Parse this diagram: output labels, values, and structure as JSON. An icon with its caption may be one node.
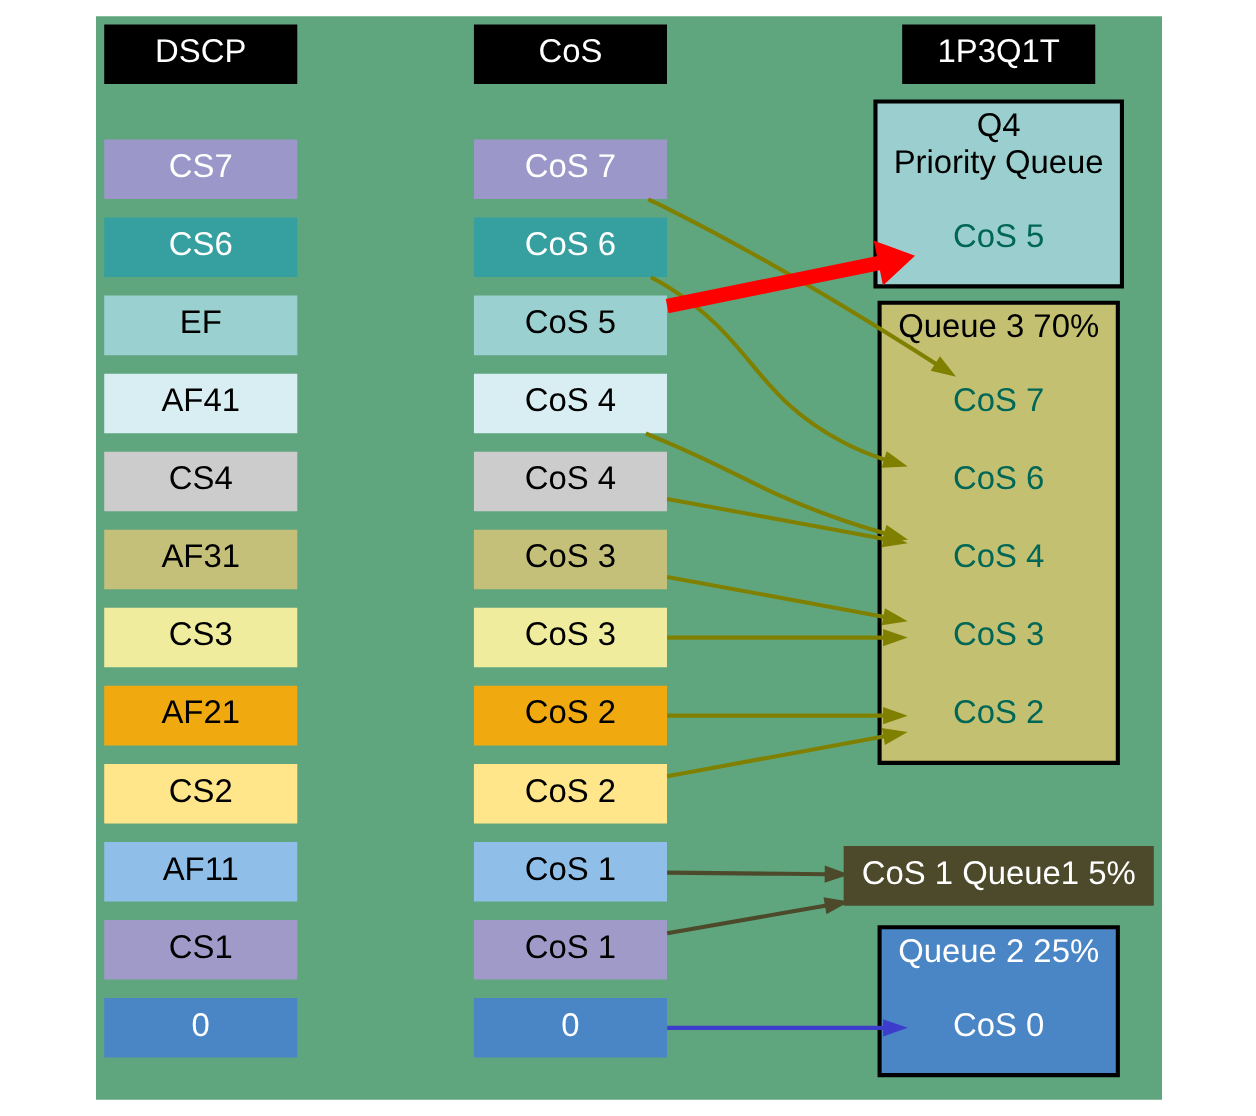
{
  "diagram": {
    "nodes": [
      {
        "text": [
          "DSCP"
        ]
      },
      {
        "text": [
          "CoS"
        ]
      },
      {
        "text": [
          "CS7"
        ]
      },
      {
        "text": [
          "CS6"
        ]
      },
      {
        "text": [
          "EF"
        ]
      },
      {
        "text": [
          "AF41"
        ]
      },
      {
        "text": [
          "CS4"
        ]
      },
      {
        "text": [
          "AF31"
        ]
      },
      {
        "text": [
          "CS3"
        ]
      },
      {
        "text": [
          "AF21"
        ]
      },
      {
        "text": [
          "CS2"
        ]
      },
      {
        "text": [
          "AF11"
        ]
      },
      {
        "text": [
          "CS1"
        ]
      },
      {
        "text": [
          "0"
        ]
      },
      {
        "text": [
          "CoS 7"
        ]
      },
      {
        "text": [
          "CoS 6"
        ]
      },
      {
        "text": [
          "CoS 5"
        ]
      },
      {
        "text": [
          "CoS 4"
        ]
      },
      {
        "text": [
          "CoS 4"
        ]
      },
      {
        "text": [
          "CoS 3"
        ]
      },
      {
        "text": [
          "CoS 3"
        ]
      },
      {
        "text": [
          "CoS 2"
        ]
      },
      {
        "text": [
          "CoS 2"
        ]
      },
      {
        "text": [
          "CoS 1"
        ]
      },
      {
        "text": [
          "CoS 1"
        ]
      },
      {
        "text": [
          "0"
        ]
      },
      {
        "text": [
          "1P3Q1T"
        ]
      },
      {
        "text": [
          "Q4",
          "Priority Queue"
        ]
      },
      {
        "text": [
          "CoS 5"
        ],
        "in": 27
      },
      {
        "text": [
          "Queue 3 70%"
        ]
      },
      {
        "text": [
          "CoS 7"
        ],
        "in": 29
      },
      {
        "text": [
          "CoS 6"
        ],
        "in": 29
      },
      {
        "text": [
          "CoS 4"
        ],
        "in": 29
      },
      {
        "text": [
          "CoS 3"
        ],
        "in": 29
      },
      {
        "text": [
          "CoS 2"
        ],
        "in": 29
      },
      {
        "text": [
          "Queue 2 25%"
        ]
      },
      {
        "text": [
          "CoS 0"
        ],
        "in": 35
      },
      {
        "text": [
          "CoS 1 Queue1 5%"
        ]
      }
    ],
    "edges": [
      {
        "from": 14,
        "to": 30,
        "arrow": "to"
      },
      {
        "from": 15,
        "to": 31,
        "arrow": "to"
      },
      {
        "from": 16,
        "to": 28,
        "arrow": "to",
        "style": "thick",
        "color": "#ff0000"
      },
      {
        "from": 17,
        "to": 32,
        "arrow": "to"
      },
      {
        "from": 18,
        "to": 32,
        "arrow": "to"
      },
      {
        "from": 19,
        "to": 33,
        "arrow": "to"
      },
      {
        "from": 20,
        "to": 33,
        "arrow": "to"
      },
      {
        "from": 21,
        "to": 34,
        "arrow": "to"
      },
      {
        "from": 22,
        "to": 34,
        "arrow": "to"
      },
      {
        "from": 23,
        "to": 37,
        "arrow": "to",
        "color": "#4d4a2c"
      },
      {
        "from": 24,
        "to": 37,
        "arrow": "to",
        "color": "#4d4a2c"
      },
      {
        "from": 25,
        "to": 36,
        "arrow": "to",
        "color": "#3d3dcc"
      }
    ]
  }
}
